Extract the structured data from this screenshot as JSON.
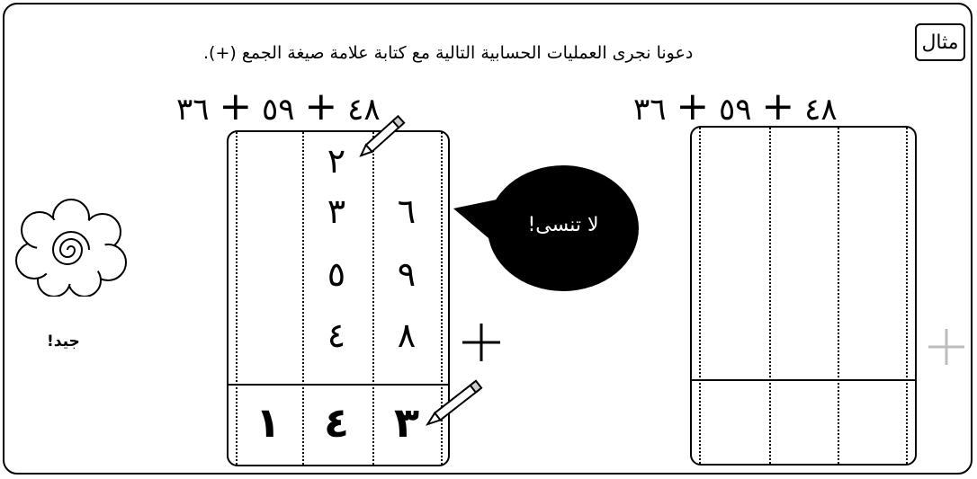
{
  "example_label": "مثال",
  "instruction": "دعونا نجرى العمليات الحسابية التالية مع كتابة علامة صيغة الجمع (+).",
  "left_problem": {
    "n1": "٤٨",
    "n2": "٥٩",
    "n3": "٣٦"
  },
  "right_problem": {
    "n1": "٤٨",
    "n2": "٥٩",
    "n3": "٣٦"
  },
  "plus_symbol": "+",
  "left_grid": {
    "carry": "٢",
    "rows": [
      {
        "tens": "٣",
        "ones": "٦"
      },
      {
        "tens": "٥",
        "ones": "٩"
      },
      {
        "tens": "٤",
        "ones": "٨"
      }
    ],
    "answer": {
      "hundreds": "١",
      "tens": "٤",
      "ones": "٣"
    }
  },
  "bubble_text": "لا تنسى!",
  "praise": "جيد!",
  "colors": {
    "faded_plus": "#bdbdbd",
    "ink": "#000000"
  }
}
